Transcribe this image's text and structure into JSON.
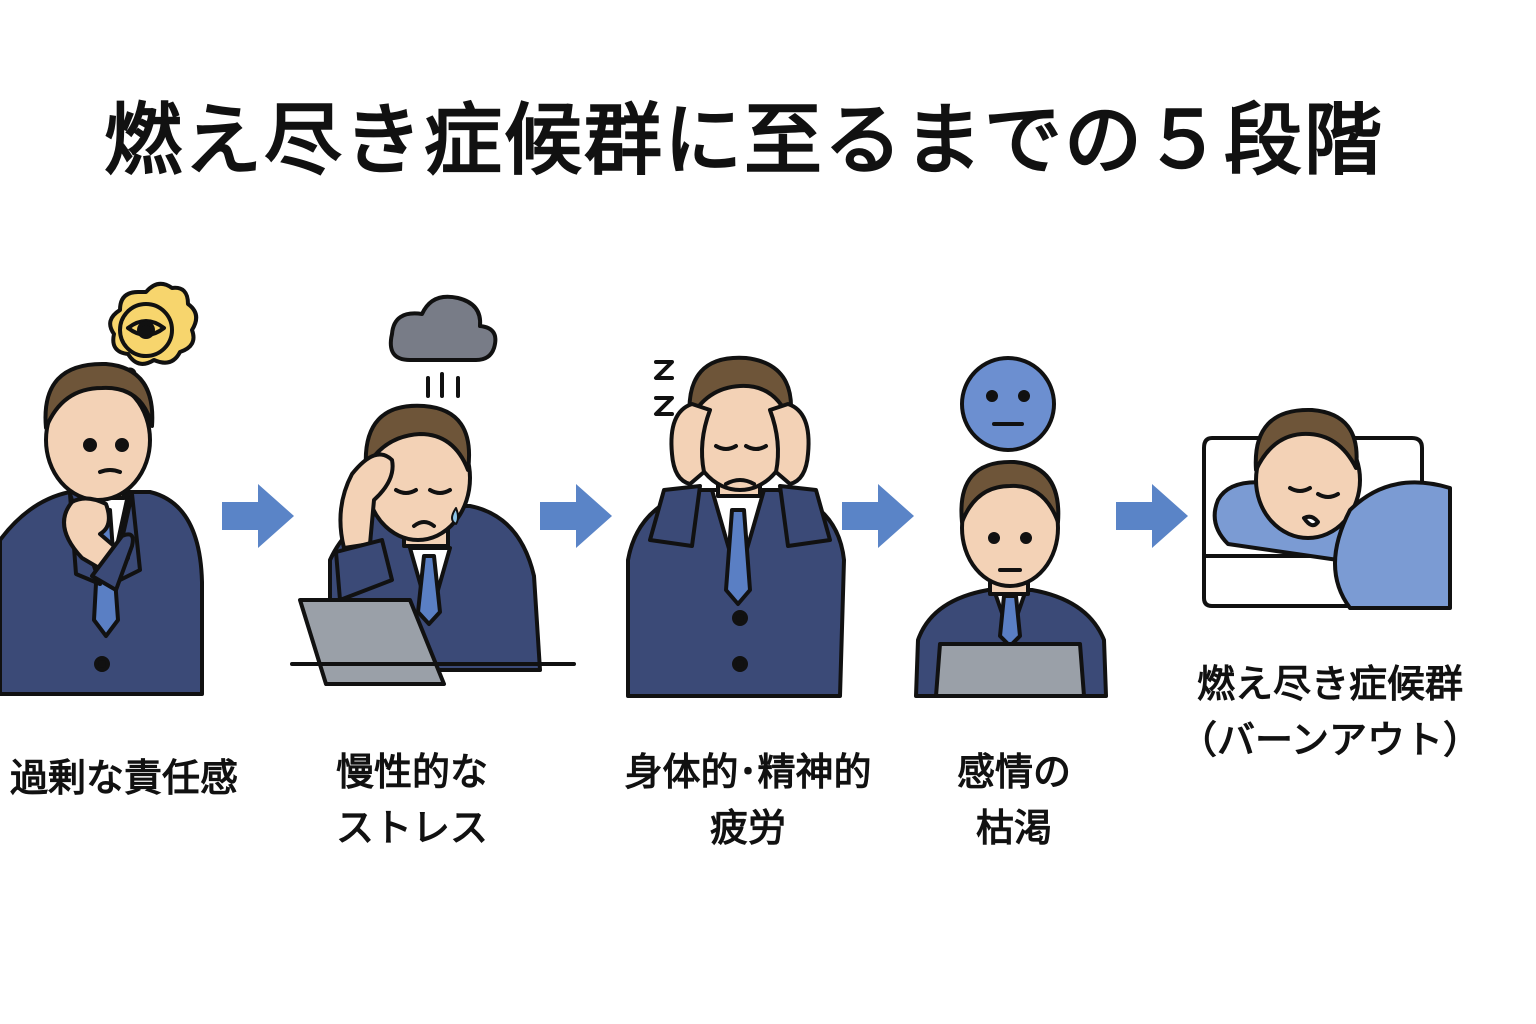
{
  "title": "燃え尽き症候群に至るまでの５段階",
  "colors": {
    "suit": "#3b4a77",
    "skin": "#f3d2b6",
    "hair": "#6e5539",
    "tie": "#5a7fc4",
    "arrow": "#5a84c7",
    "cloud": "#787c87",
    "worry": "#f7d56d",
    "face_icon": "#6c8fd0",
    "laptop": "#9aa0a8",
    "blanket": "#7b9bd3"
  },
  "stages": [
    {
      "lines": [
        "過剰な責任感"
      ],
      "icon": "worry-swirl-icon"
    },
    {
      "lines": [
        "慢性的な",
        "ストレス"
      ],
      "icon": "rain-cloud-icon"
    },
    {
      "lines": [
        "身体的･精神的",
        "疲労"
      ],
      "icon": "zzz-icon"
    },
    {
      "lines": [
        "感情の",
        "枯渇"
      ],
      "icon": "neutral-face-icon"
    },
    {
      "lines": [
        "燃え尽き症候群",
        "（バーンアウト）"
      ],
      "icon": "sleeping-person-icon"
    }
  ]
}
